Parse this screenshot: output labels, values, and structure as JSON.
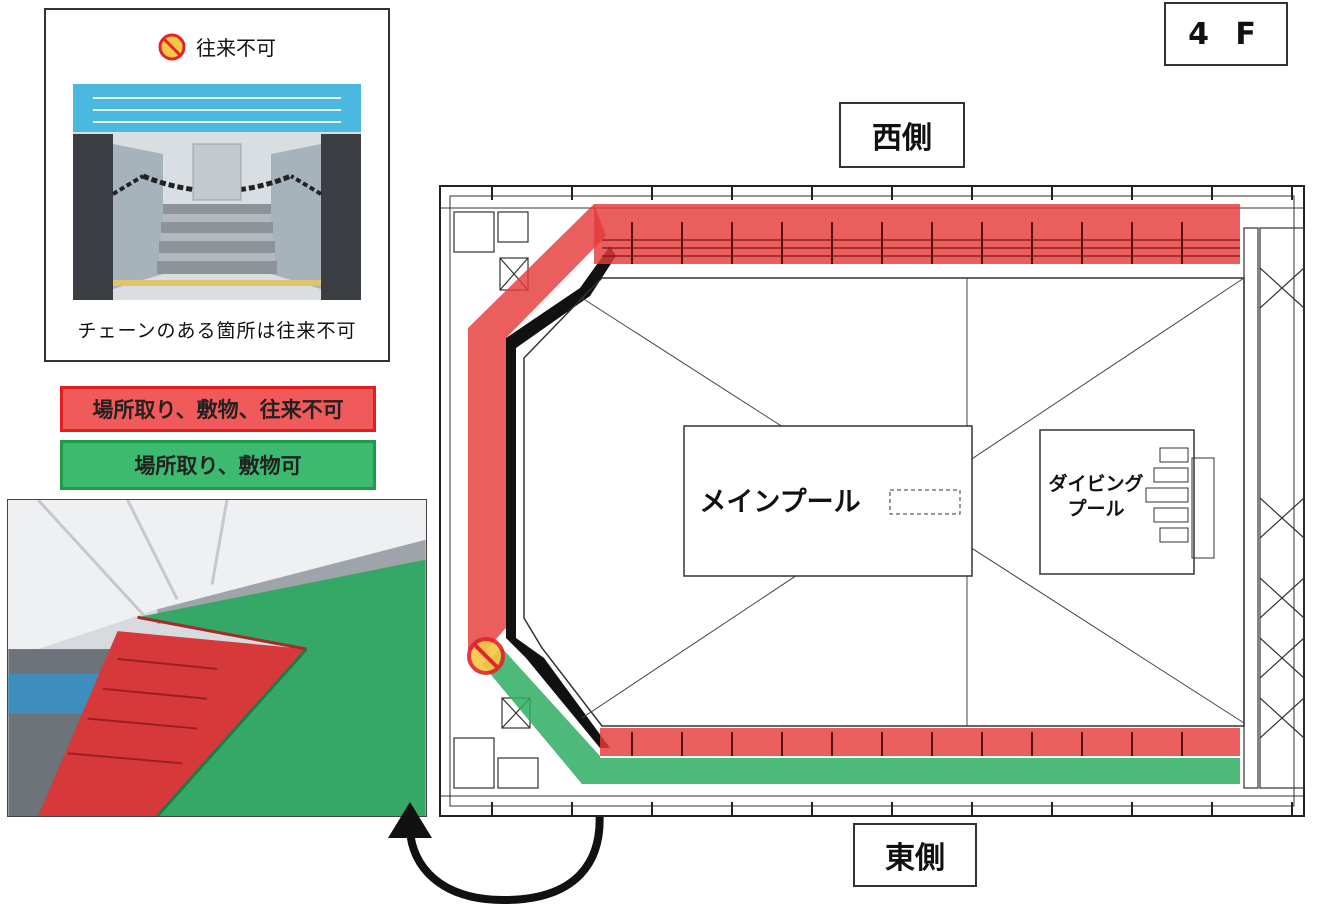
{
  "floor": "4 F",
  "directions": {
    "west": "西側",
    "east": "東側"
  },
  "photo_panel": {
    "no_entry_label": "往来不可",
    "caption": "チェーンのある箇所は往来不可"
  },
  "legend": {
    "red_label": "場所取り、敷物、往来不可",
    "green_label": "場所取り、敷物可"
  },
  "plan": {
    "main_pool_label": "メインプール",
    "diving_pool_label_line1": "ダイビング",
    "diving_pool_label_line2": "プール"
  },
  "colors": {
    "restricted": "#e53b3b",
    "allowed": "#2fae63",
    "no_entry_ring": "#e3242b",
    "no_entry_fill": "#f6c744"
  }
}
